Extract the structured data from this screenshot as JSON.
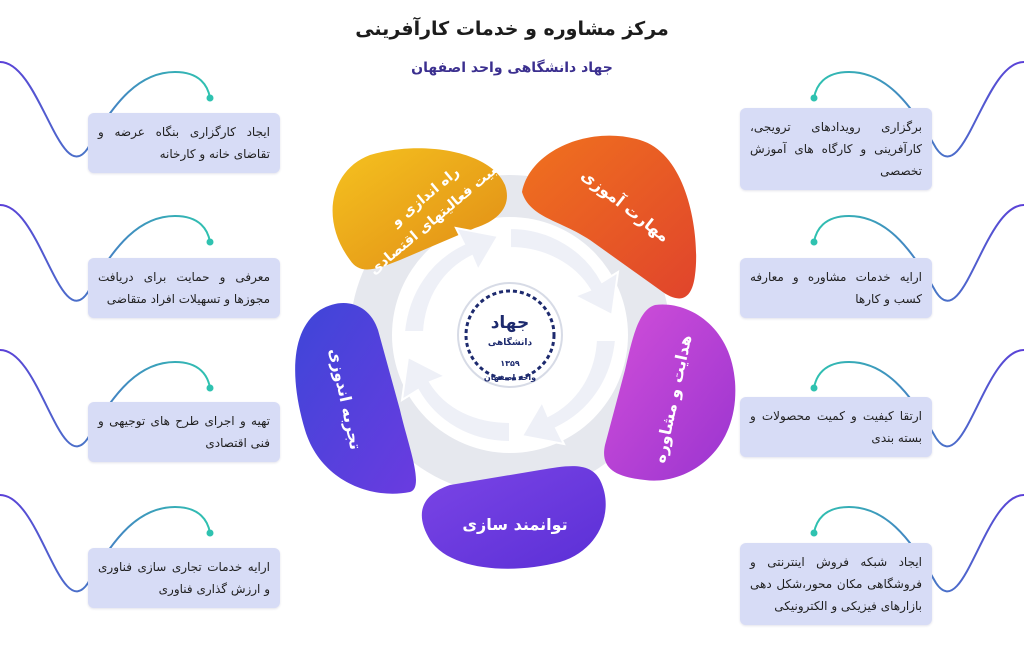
{
  "header": {
    "title": "مرکز مشاوره  و خدمات کارآفرینی",
    "subtitle": "جهاد دانشگاهی واحد اصفهان"
  },
  "petals": [
    {
      "label": "مهارت آموزی",
      "color": "#ea5a24"
    },
    {
      "label": "هدایت و مشاوره",
      "color": "#b93fd6"
    },
    {
      "label": "توانمند سازی",
      "color": "#6a3be0"
    },
    {
      "label": "تجربه اندوزی",
      "color": "#4a3fd8"
    },
    {
      "label_line1": "راه اندازی و",
      "label_line2": "تثبیت فعالیتهای اقتصادی",
      "color": "#e8a21a"
    }
  ],
  "logo": {
    "name_main": "جهاد",
    "name_sub": "دانشگاهی",
    "year": "۱۳۵۹",
    "unit": "واحد اصفهان"
  },
  "left_items": [
    "ایجاد کارگزاری بنگاه عرضه و تقاضای خانه و کارخانه",
    "معرفی و حمایت برای دریافت مجوزها و تسهیلات افراد متقاضی",
    "تهیه و اجرای طرح های توجیهی و فنی اقتصادی",
    "ارایه خدمات تجاری سازی فناوری و ارزش گذاری فناوری"
  ],
  "right_items": [
    "برگزاری رویدادهای ترویجی، کارآفرینی و کارگاه های آموزش تخصصی",
    "ارایه خدمات مشاوره و معارفه کسب و کارها",
    "ارتقا کیفیت و کمیت محصولات و بسته بندی",
    "ایجاد شبکه فروش اینترنتی و فروشگاهی مکان محور،شکل دهی بازارهای فیزیکی و الکترونیکی"
  ]
}
